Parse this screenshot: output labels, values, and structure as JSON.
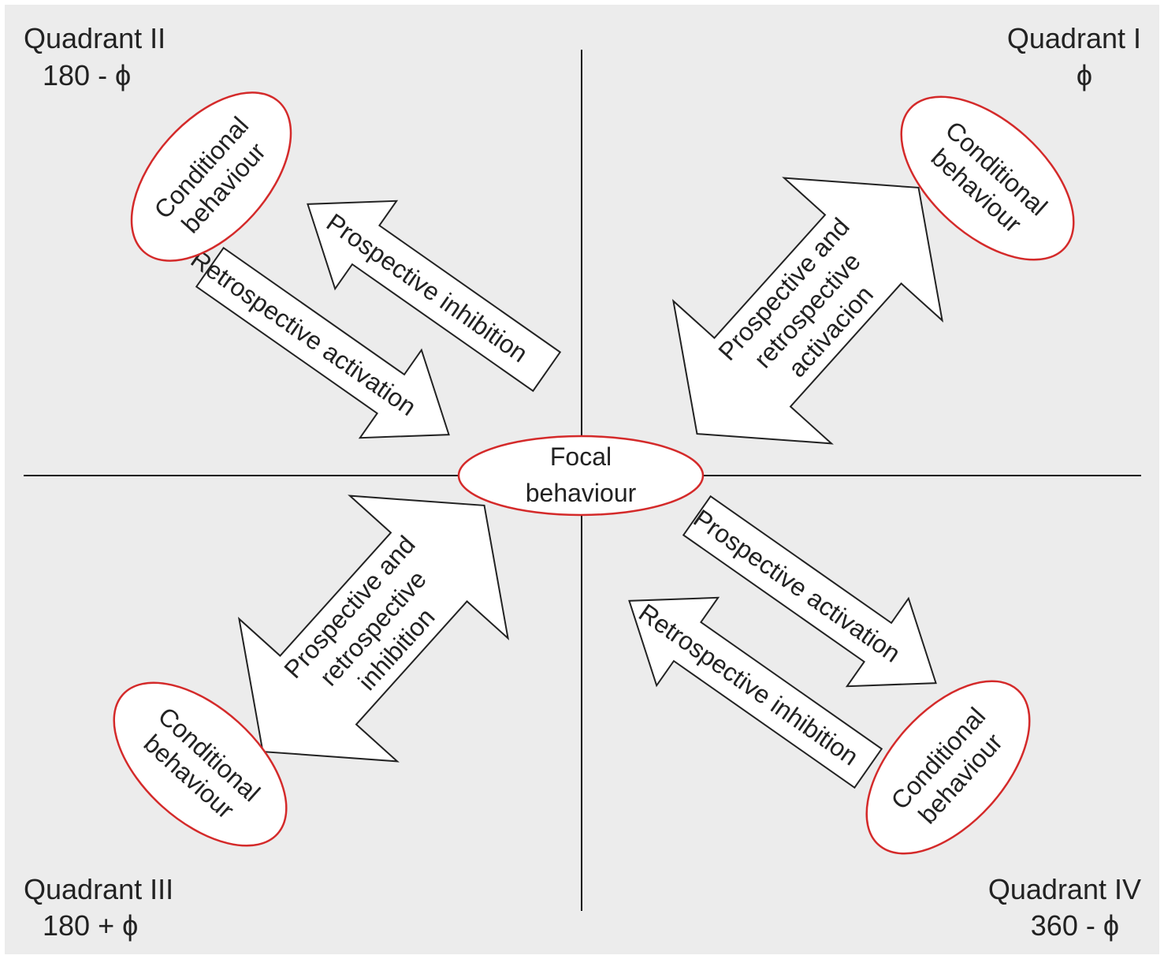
{
  "colors": {
    "background": "#ececec",
    "oval_stroke": "#d42a2a",
    "line": "#111111",
    "text": "#222222"
  },
  "quadrants": {
    "q1": {
      "title": "Quadrant I",
      "angle": "ϕ"
    },
    "q2": {
      "title": "Quadrant II",
      "angle": "180 - ϕ"
    },
    "q3": {
      "title": "Quadrant III",
      "angle": "180 + ϕ"
    },
    "q4": {
      "title": "Quadrant IV",
      "angle": "360 - ϕ"
    }
  },
  "focal": {
    "line1": "Focal",
    "line2": "behaviour"
  },
  "conditional": {
    "line1": "Conditional",
    "line2": "behaviour"
  },
  "arrows": {
    "q2_prospective": "Prospective inhibition",
    "q2_retrospective": "Retrospective activation",
    "q1_double": [
      "Prospective and",
      "retrospective",
      "activacion"
    ],
    "q3_double": [
      "Prospective and",
      "retrospective",
      "inhibition"
    ],
    "q4_prospective": "Prospective activation",
    "q4_retrospective": "Retrospective inhibition"
  }
}
